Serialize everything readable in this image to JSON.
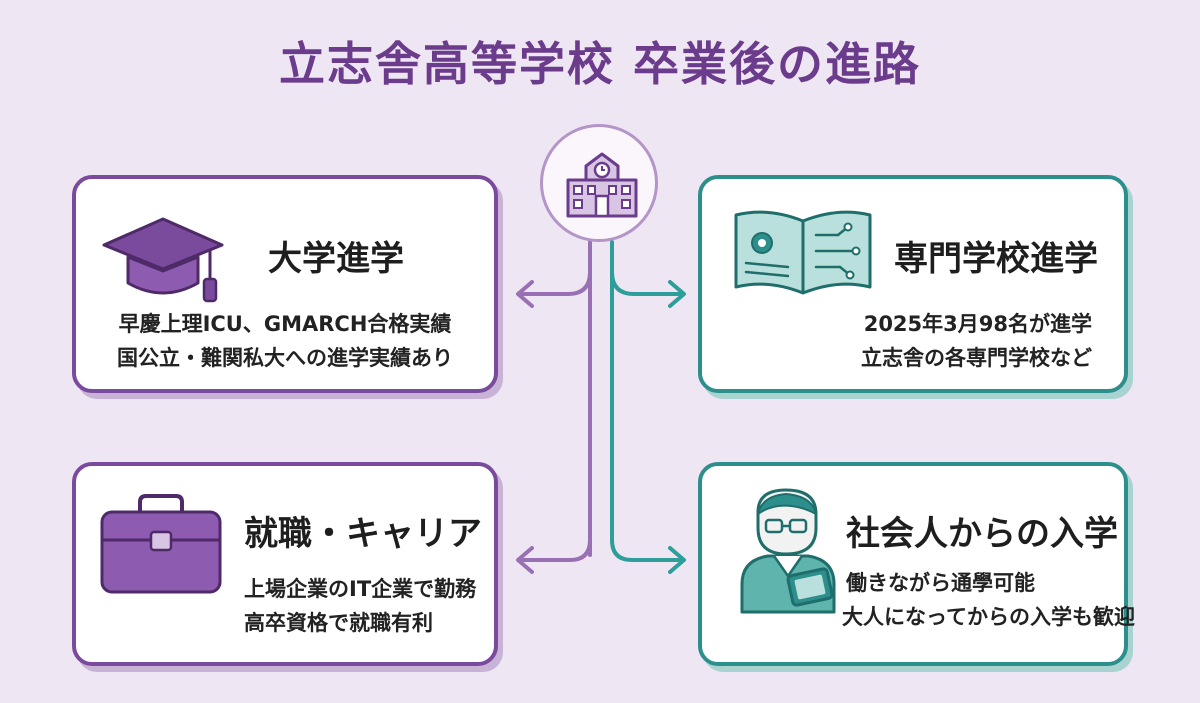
{
  "title": "立志舎高等学校 卒業後の進路",
  "colors": {
    "background": "#efe6f3",
    "title": "#6b3b8c",
    "purple_accent": "#7a4a9c",
    "teal_accent": "#2d8f8c"
  },
  "hub": {
    "icon": "school-building-icon"
  },
  "cards": {
    "university": {
      "icon": "graduation-cap-icon",
      "heading": "大学進学",
      "lines": [
        "早慶上理ICU、GMARCH合格実績",
        "国公立・難関私大への進学実績あり"
      ]
    },
    "vocational": {
      "icon": "open-book-gear-circuit-icon",
      "heading": "専門学校進学",
      "lines": [
        "2025年3月98名が進学",
        "立志舎の各専門学校など"
      ]
    },
    "career": {
      "icon": "briefcase-icon",
      "heading": "就職・キャリア",
      "lines": [
        "上場企業のIT企業で勤務",
        "高卒資格で就職有利"
      ]
    },
    "adult": {
      "icon": "adult-student-tablet-icon",
      "heading": "社会人からの入学",
      "lines": [
        "働きながら通學可能",
        "大人になってからの入学も歓迎"
      ]
    }
  }
}
